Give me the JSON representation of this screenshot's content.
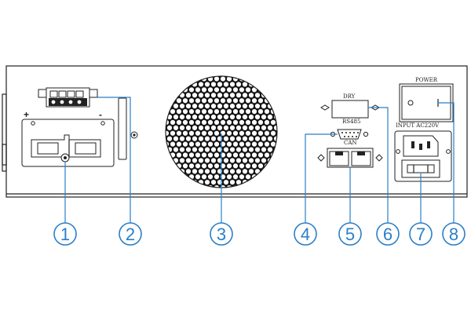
{
  "panel": {
    "labels": {
      "plus": "+",
      "minus": "-",
      "dry": "DRY",
      "rs485": "RS485",
      "can": "CAN",
      "power": "POWER",
      "input": "INPUT AC220V"
    }
  },
  "callouts": [
    {
      "id": "1",
      "label": "1"
    },
    {
      "id": "2",
      "label": "2"
    },
    {
      "id": "3",
      "label": "3"
    },
    {
      "id": "4",
      "label": "4"
    },
    {
      "id": "5",
      "label": "5"
    },
    {
      "id": "6",
      "label": "6"
    },
    {
      "id": "7",
      "label": "7"
    },
    {
      "id": "8",
      "label": "8"
    }
  ],
  "colors": {
    "callout": "#2a7fc8",
    "outline": "#222222",
    "panel_fill": "#ffffff"
  }
}
